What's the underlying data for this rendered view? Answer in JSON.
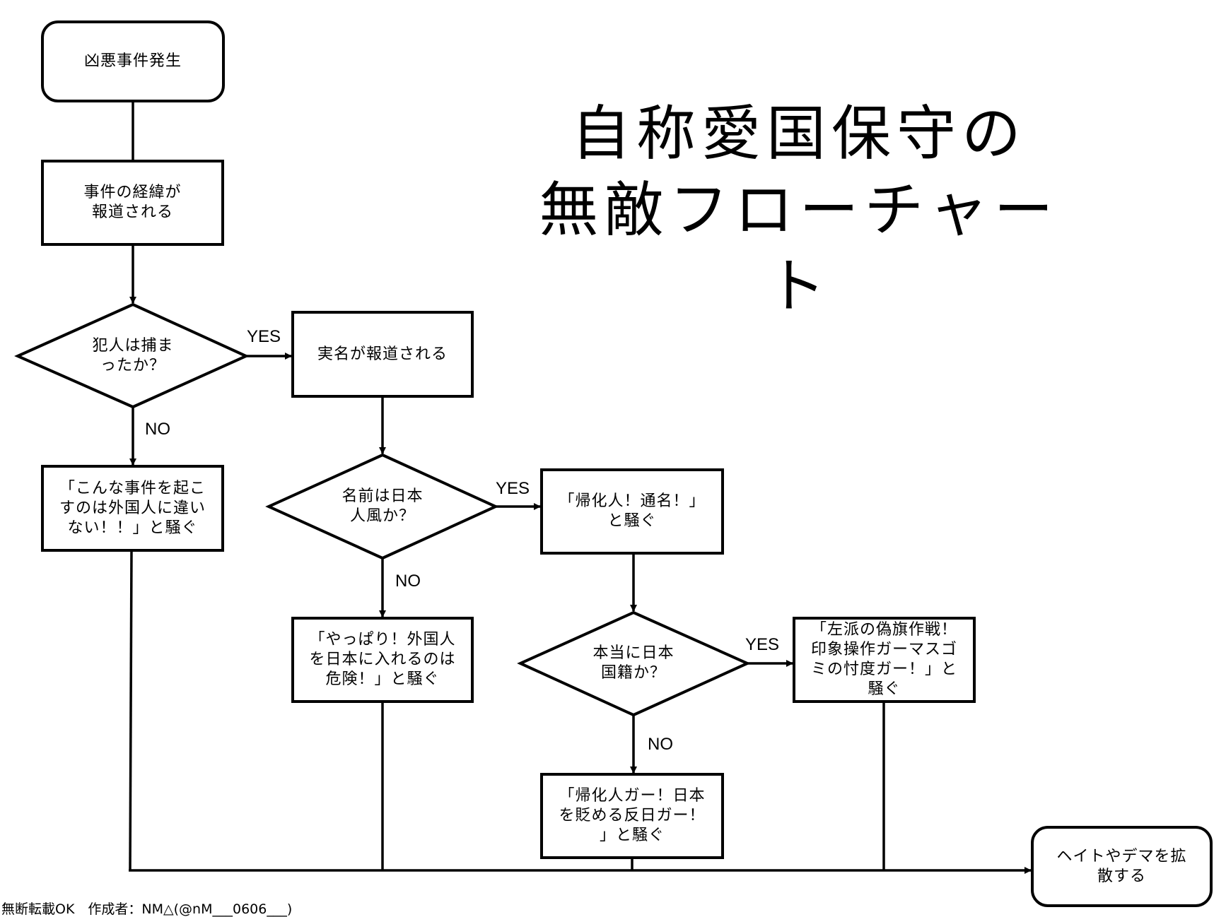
{
  "title": "自称愛国保守の\n無敵フローチャート",
  "nodes": {
    "start": "凶悪事件発生",
    "reported": "事件の経緯が\n報道される",
    "q_caught": "犯人は捕ま\nったか？",
    "real_name": "実名が報道される",
    "foreigner_claim": "「こんな事件を起こ\nすのは外国人に違い\nない！！」と騒ぐ",
    "q_japanese_name": "名前は日本\n人風か？",
    "naturalized_alias": "「帰化人！通名！」\nと騒ぐ",
    "danger_claim": "「やっぱり！外国人\nを日本に入れるのは\n危険！」と騒ぐ",
    "q_nationality": "本当に日本\n国籍か？",
    "false_flag": "「左派の偽旗作戦！\n印象操作ガーマスゴ\nミの忖度ガー！」と\n騒ぐ",
    "anti_japan": "「帰化人ガー！日本\nを貶める反日ガー！\n」と騒ぐ",
    "end": "ヘイトやデマを拡\n散する"
  },
  "edge_labels": {
    "q_caught_yes": "YES",
    "q_caught_no": "NO",
    "q_japanese_name_yes": "YES",
    "q_japanese_name_no": "NO",
    "q_nationality_yes": "YES",
    "q_nationality_no": "NO"
  },
  "footer": "無断転載OK　作成者：NM△(@nM___0606___)"
}
